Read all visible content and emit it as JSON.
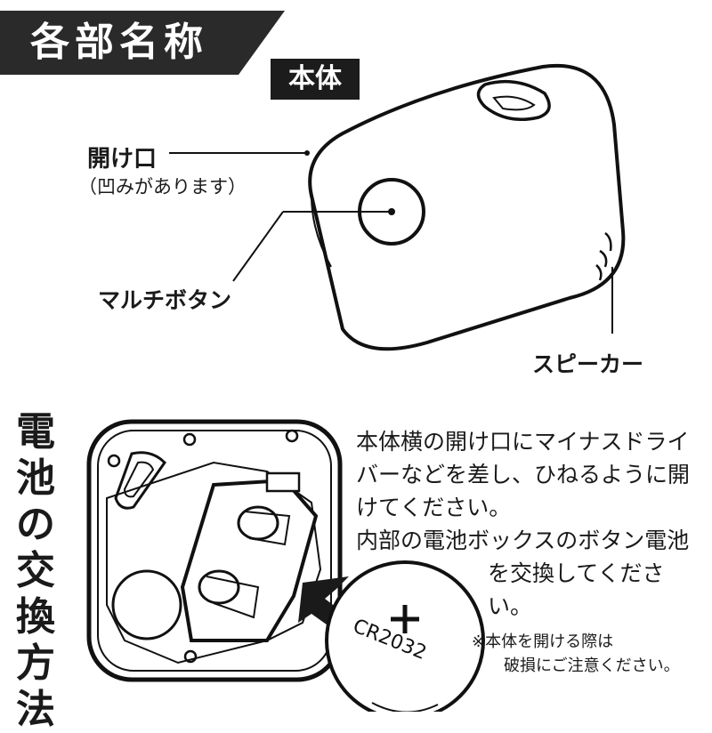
{
  "header": {
    "title": "各部名称"
  },
  "device": {
    "tag": "本体",
    "opening_label": "開け口",
    "opening_note": "（凹みがあります）",
    "button_label": "マルチボタン",
    "speaker_label": "スピーカー"
  },
  "battery": {
    "title_chars": [
      "電",
      "池",
      "の",
      "交",
      "換",
      "方",
      "法"
    ],
    "instructions": [
      "本体横の開け口にマイナスドライ",
      "バーなどを差し、ひねるように開",
      "けてください。",
      "内部の電池ボックスのボタン電池",
      "を交換してください。"
    ],
    "battery_model": "CR2032",
    "notes": [
      "※本体を開ける際は",
      "破損にご注意ください。"
    ]
  }
}
